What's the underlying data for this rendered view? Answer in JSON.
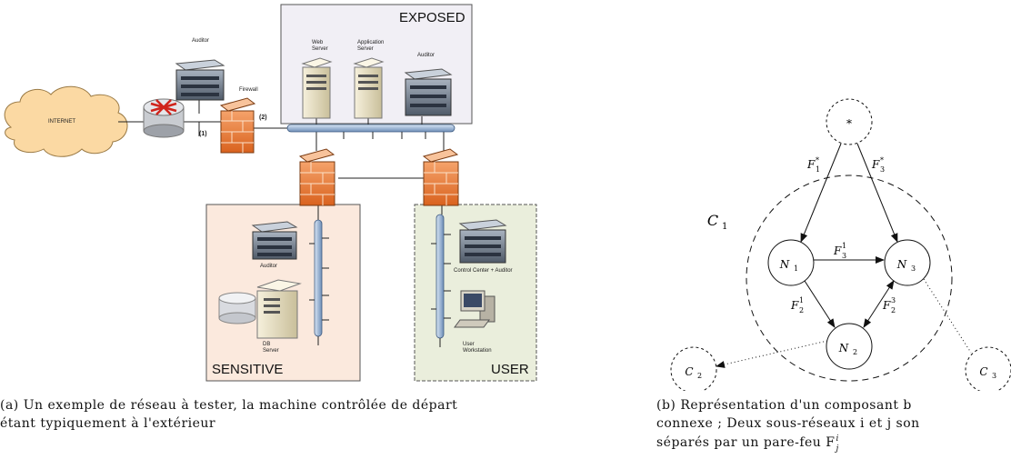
{
  "left_diagram": {
    "zones": {
      "exposed": "EXPOSED",
      "sensitive": "SENSITIVE",
      "user": "USER"
    },
    "internet": "INTERNET",
    "labels": {
      "auditor_top": "Auditor",
      "firewall": "Firewall",
      "link1": "(1)",
      "link2": "(2)",
      "web_server": "Web\nServer",
      "app_server": "Application\nServer",
      "auditor_exposed": "Auditor",
      "auditor_sensitive": "Auditor",
      "db_server": "DB\nServer",
      "control_center": "Control Center + Auditor",
      "user_workstation": "User\nWorkstation"
    },
    "caption_line1": "(a) Un exemple de réseau à tester, la machine contrôlée de départ",
    "caption_line2": "étant typiquement à l'extérieur"
  },
  "right_diagram": {
    "nodes": {
      "star": "*",
      "n1": "N",
      "n2": "N",
      "n3": "N",
      "c1": "C",
      "c2": "C",
      "c3": "C"
    },
    "subscripts": {
      "n1": "1",
      "n2": "2",
      "n3": "3",
      "c1": "1",
      "c2": "2",
      "c3": "3"
    },
    "edges": {
      "f1star": "F",
      "f1star_sub": "1",
      "f1star_sup": "*",
      "f3star": "F",
      "f3star_sub": "3",
      "f3star_sup": "*",
      "f31": "F",
      "f31_sub": "3",
      "f31_sup": "1",
      "f21": "F",
      "f21_sub": "2",
      "f21_sup": "1",
      "f23": "F",
      "f23_sub": "2",
      "f23_sup": "3"
    },
    "caption_line1": "(b) Représentation d'un composant b",
    "caption_line2": "connexe ; Deux sous-réseaux i et j son",
    "caption_line3": "séparés par un pare-feu F",
    "caption_line3_sub": "j",
    "caption_line3_sup": "i"
  }
}
